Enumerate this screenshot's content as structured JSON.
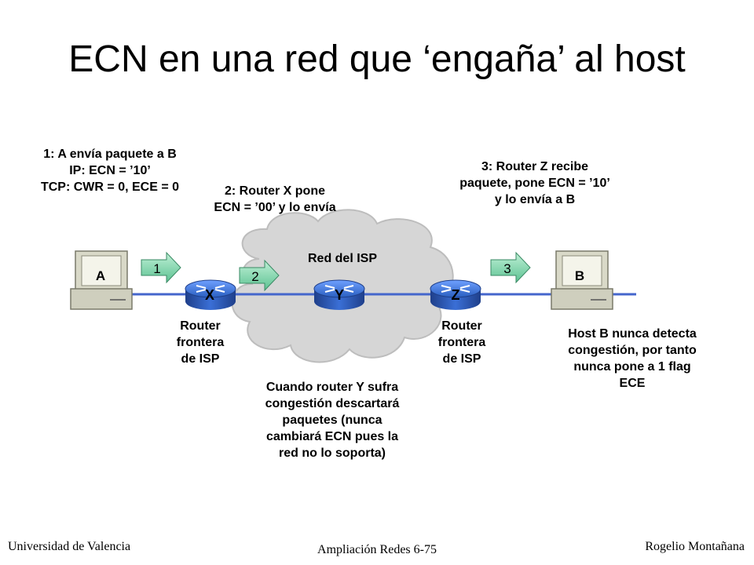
{
  "title": "ECN en una red que ‘engaña’ al host",
  "steps": {
    "step1": "1: A envía paquete a B\nIP: ECN = ’10’\nTCP: CWR = 0, ECE = 0",
    "step2": "2: Router X pone\nECN = ’00’ y lo envía",
    "step3": "3: Router Z recibe\npaquete, pone ECN = ’10’\ny lo envía a B"
  },
  "cloud_label": "Red del ISP",
  "hosts": {
    "a": "A",
    "b": "B"
  },
  "routers": {
    "x": "X",
    "y": "Y",
    "z": "Z"
  },
  "arrows": {
    "a1": "1",
    "a2": "2",
    "a3": "3"
  },
  "router_x_caption": "Router\nfrontera\nde ISP",
  "router_z_caption": "Router\nfrontera\nde ISP",
  "host_b_note": "Host B nunca detecta\ncongestión, por tanto\nnunca pone a 1 flag\nECE",
  "router_y_note": "Cuando router Y sufra\ncongestión descartará\npaquetes (nunca\ncambiará ECN pues la\nred no lo soporta)",
  "footer": {
    "left": "Universidad de Valencia",
    "center": "Ampliación Redes 6-75",
    "right": "Rogelio Montañana"
  },
  "colors": {
    "router_blue": "#2a5fc0",
    "arrow_green": "#7dd3a8",
    "cloud_grey": "#d6d6d6",
    "link_blue": "#4466cc"
  }
}
